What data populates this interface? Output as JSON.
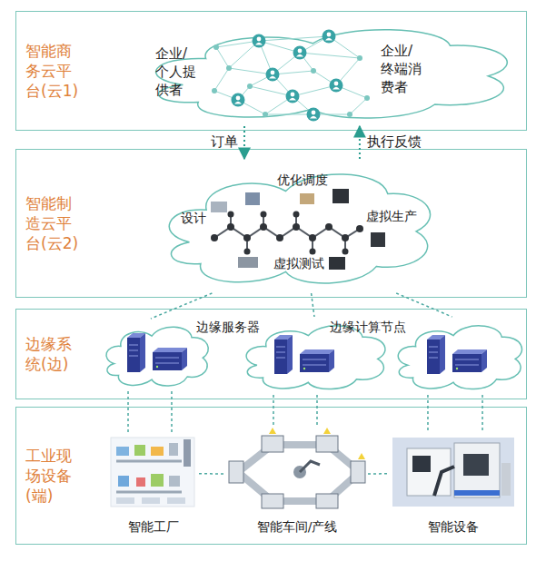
{
  "diagram": {
    "nodes": [
      {
        "text": [
          "智能商务云平台(云1)"
        ]
      },
      {
        "text": [
          "企业/个人提供者",
          "企业/终端消费者"
        ],
        "in": 0
      },
      {
        "text": [
          "智能制造云平台(云2)"
        ]
      },
      {
        "text": [
          "设计",
          "优化调度",
          "虚拟生产",
          "虚拟测试"
        ],
        "in": 2
      },
      {
        "text": [
          "边缘系统(边)"
        ]
      },
      {
        "text": [],
        "in": 4
      },
      {
        "text": [],
        "in": 4
      },
      {
        "text": [],
        "in": 4
      },
      {
        "text": [
          "工业现场设备(端)"
        ]
      },
      {
        "text": [
          "智能工厂"
        ],
        "in": 8
      },
      {
        "text": [
          "智能车间/产线"
        ],
        "in": 8
      },
      {
        "text": [
          "智能设备"
        ],
        "in": 8
      }
    ],
    "edges": [
      {
        "from": 1,
        "to": 3,
        "label": "订单",
        "arrow": "to"
      },
      {
        "from": 3,
        "to": 1,
        "label": "执行反馈",
        "arrow": "to"
      },
      {
        "from": 3,
        "to": 5,
        "arrow": "none"
      },
      {
        "from": 3,
        "to": 6,
        "arrow": "none"
      },
      {
        "from": 3,
        "to": 7,
        "arrow": "none"
      },
      {
        "from": 5,
        "to": 9,
        "arrow": "none"
      },
      {
        "from": 5,
        "to": 9,
        "arrow": "none"
      },
      {
        "from": 6,
        "to": 10,
        "arrow": "none"
      },
      {
        "from": 6,
        "to": 10,
        "arrow": "none"
      },
      {
        "from": 7,
        "to": 11,
        "arrow": "none"
      },
      {
        "from": 7,
        "to": 11,
        "arrow": "none"
      },
      {
        "from": 9,
        "to": 10,
        "arrow": "none"
      },
      {
        "from": 10,
        "to": 11,
        "arrow": "none"
      }
    ],
    "labels": [
      "边缘服务器",
      "边缘计算节点"
    ]
  }
}
